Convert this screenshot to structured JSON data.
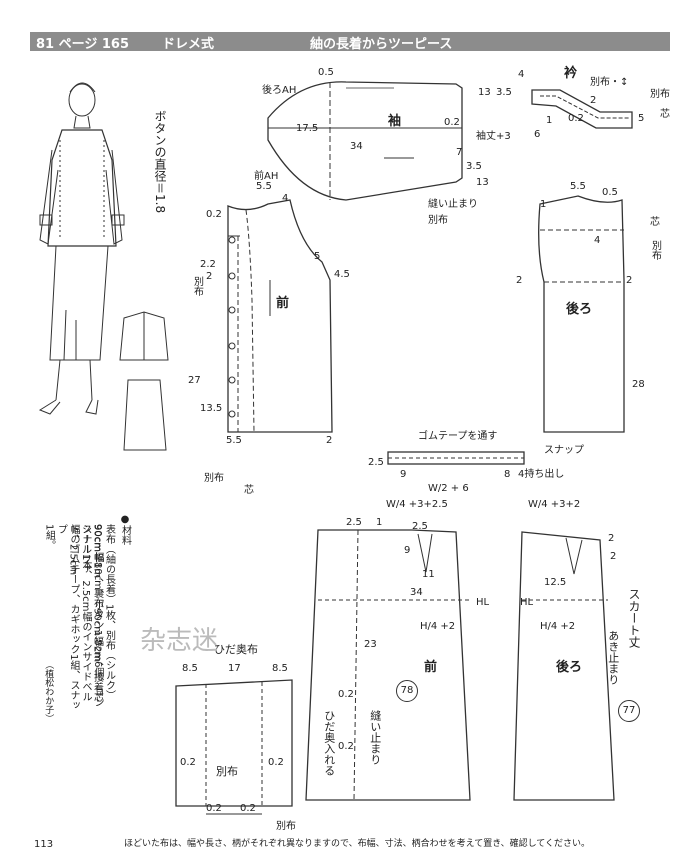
{
  "header": {
    "page_ref": "81 ページ 165",
    "style": "ドレメ式",
    "title": "紬の長着からツーピース"
  },
  "sleeve": {
    "label": "袖",
    "back_ah": "後ろAH",
    "front_ah": "前AH",
    "sew_stop": "縫い止まり",
    "sleeve_len": "袖丈+3",
    "d_05": "0.5",
    "d_13a": "13",
    "d_175": "17.5",
    "d_34": "34",
    "d_02": "0.2",
    "d_7": "7",
    "d_35": "3.5",
    "d_13b": "13",
    "bekkin": "別布"
  },
  "collar": {
    "label": "衿",
    "bekkin_sym": "別布・↕",
    "bekkin": "別布",
    "shin": "芯",
    "d_4": "4",
    "d_35": "3.5",
    "d_2": "2",
    "d_02": "0.2",
    "d_5": "5",
    "d_6": "6",
    "d_1": "1"
  },
  "front": {
    "label": "前",
    "button_note": "ボタンの直径＝1.8",
    "bekkin": "別布",
    "shin": "芯",
    "d_55a": "5.5",
    "d_4": "4",
    "d_02": "0.2",
    "d_22": "2.2",
    "d_2a": "2",
    "d_5": "5",
    "d_45": "4.5",
    "d_27": "27",
    "d_135": "13.5",
    "d_55b": "5.5",
    "d_2b": "2"
  },
  "back": {
    "label": "後ろ",
    "bekkin": "別布",
    "shin": "芯",
    "d_55": "5.5",
    "d_05": "0.5",
    "d_1": "1",
    "d_4": "4",
    "d_2a": "2",
    "d_2b": "2",
    "d_28": "28"
  },
  "waistband": {
    "elastic": "ゴムテープを通す",
    "snap": "スナップ",
    "extension": "4持ち出し",
    "w_formula": "W/2 + 6",
    "d_25": "2.5",
    "d_9": "9",
    "d_8": "8"
  },
  "materials": {
    "title": "●材料",
    "lines": [
      "表布（紬の長着）1枚、別布（シルク）",
      "90cm幅1m、裏布90cm幅2m、接着芯",
      "90cm幅80cm、ボタン1.8cm6個、コンシールファ",
      "スナー1本、2.5cm幅のインサイドベルト、2.5cm",
      "幅のゴムテープ、カギホック1組、スナップ",
      "1組。"
    ],
    "credit": "（植松わか子）"
  },
  "skirt": {
    "front_label": "前",
    "back_label": "後ろ",
    "hl": "HL",
    "skirt_len": "スカート丈",
    "skirt_len_num": "77",
    "front_len_num": "78",
    "zipper": "あき止まり",
    "pleat_in": "ひだ奥入れる",
    "pleat_stop": "縫い止まり",
    "w_front": "W/4 +3+2.5",
    "w_back": "W/4 +3+2",
    "h_front": "H/4 +2",
    "h_back": "H/4 +2",
    "d_25a": "2.5",
    "d_1": "1",
    "d_25b": "2.5",
    "d_9": "9",
    "d_11": "11",
    "d_34": "34",
    "d_23": "23",
    "d_02a": "0.2",
    "d_02b": "0.2",
    "d_2": "2",
    "d_125": "12.5",
    "d_2b": "2"
  },
  "pleat_back": {
    "label": "ひだ奥布",
    "bekkin": "別布",
    "d_85a": "8.5",
    "d_17": "17",
    "d_85b": "8.5",
    "d_02a": "0.2",
    "d_02b": "0.2",
    "d_02c": "0.2",
    "d_02d": "0.2",
    "bekkin2": "別布"
  },
  "footer": {
    "page_no": "113",
    "note": "ほどいた布は、幅や長さ、柄がそれぞれ異なりますので、布幅、寸法、柄合わせを考えて置き、確認してください。",
    "watermark": "杂志迷"
  }
}
